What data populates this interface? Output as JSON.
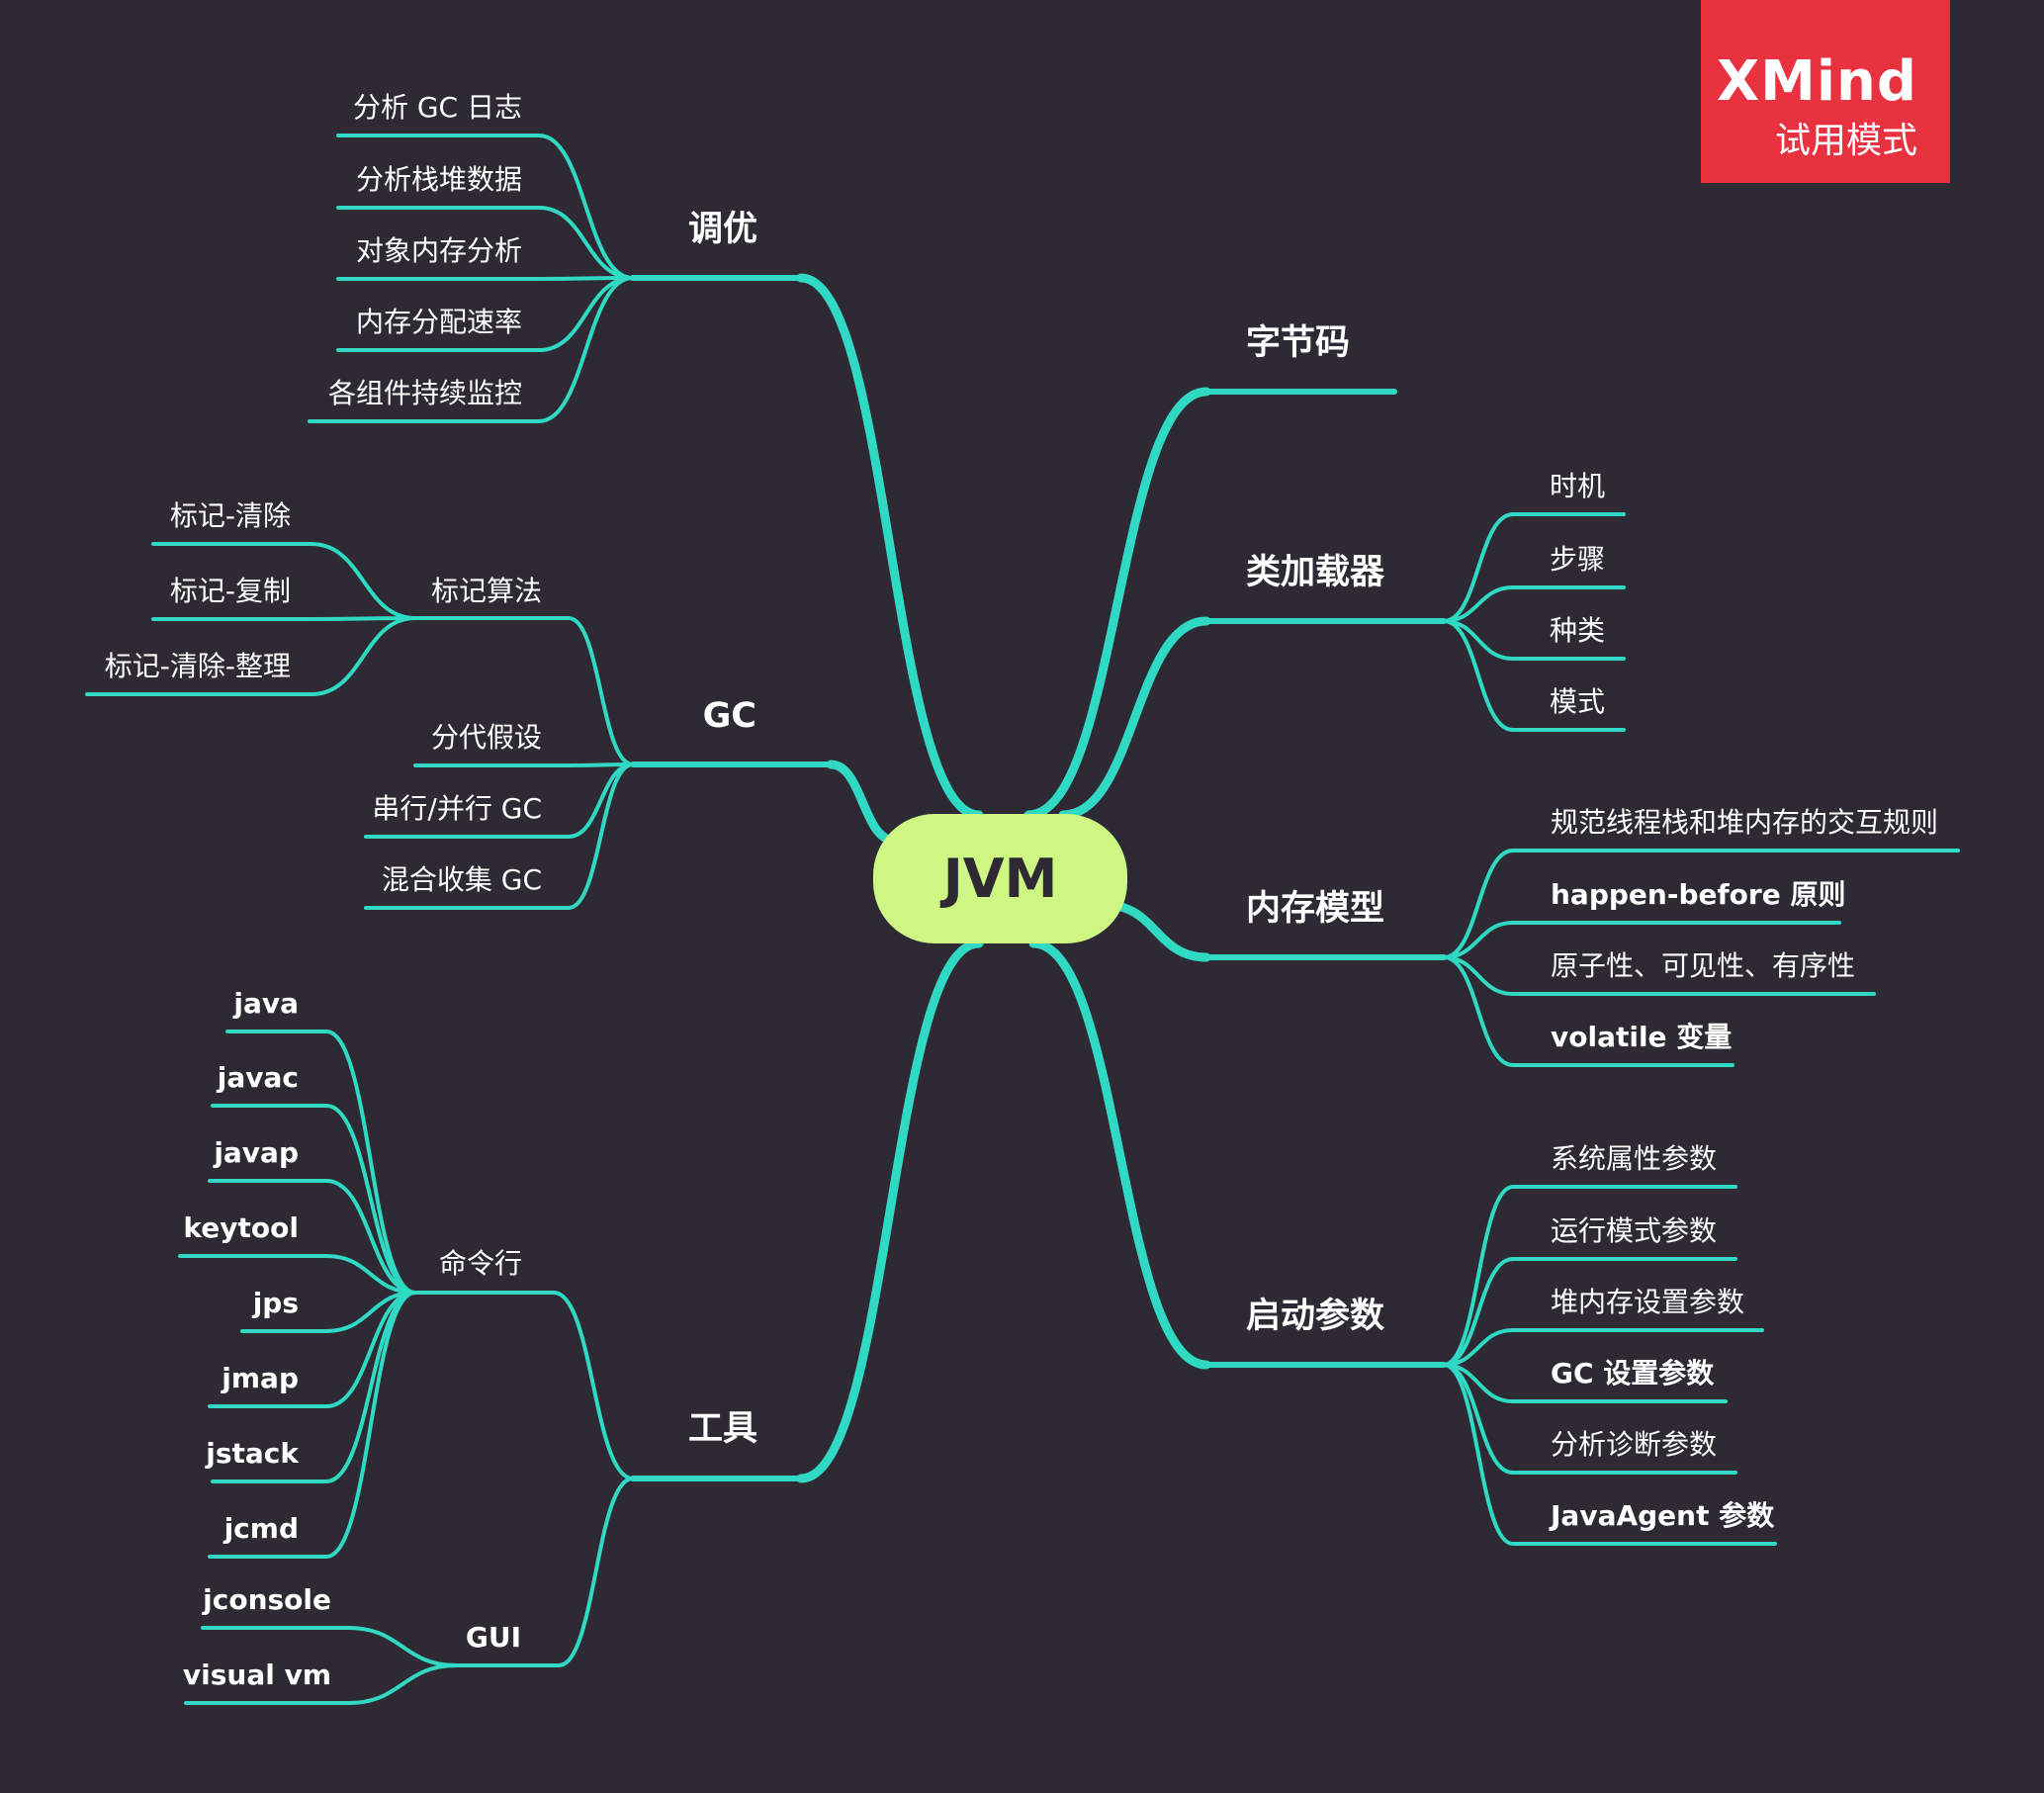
{
  "colors": {
    "background": "#2d2a33",
    "branch": "#2fd9c3",
    "root_fill": "#cef683",
    "watermark": "#e9323f",
    "text": "#ffffff"
  },
  "root": "JVM",
  "watermark": {
    "title": "XMind",
    "subtitle": "试用模式"
  },
  "branches": {
    "tuning": {
      "label": "调优",
      "children": [
        "分析 GC 日志",
        "分析栈堆数据",
        "对象内存分析",
        "内存分配速率",
        "各组件持续监控"
      ]
    },
    "gc": {
      "label": "GC",
      "mark": {
        "label": "标记算法",
        "children": [
          "标记-清除",
          "标记-复制",
          "标记-清除-整理"
        ]
      },
      "children": [
        "分代假设",
        "串行/并行 GC",
        "混合收集 GC"
      ]
    },
    "tools": {
      "label": "工具",
      "cli": {
        "label": "命令行",
        "children": [
          "java",
          "javac",
          "javap",
          "keytool",
          "jps",
          "jmap",
          "jstack",
          "jcmd"
        ]
      },
      "gui": {
        "label": "GUI",
        "children": [
          "jconsole",
          "visual vm"
        ]
      }
    },
    "bytecode": {
      "label": "字节码"
    },
    "classloader": {
      "label": "类加载器",
      "children": [
        "时机",
        "步骤",
        "种类",
        "模式"
      ]
    },
    "memory_model": {
      "label": "内存模型",
      "children": [
        "规范线程栈和堆内存的交互规则",
        "happen-before 原则",
        "原子性、可见性、有序性",
        "volatile 变量"
      ]
    },
    "startup": {
      "label": "启动参数",
      "children": [
        "系统属性参数",
        "运行模式参数",
        "堆内存设置参数",
        "GC 设置参数",
        "分析诊断参数",
        "JavaAgent 参数"
      ]
    }
  }
}
